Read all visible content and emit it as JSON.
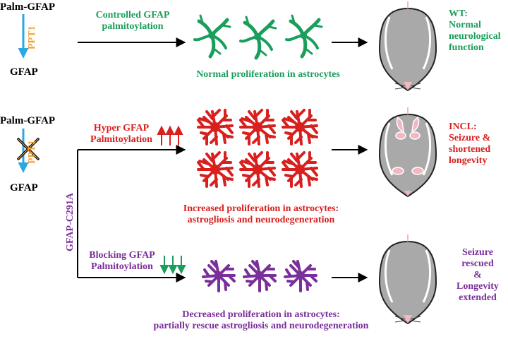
{
  "colors": {
    "green": "#1a9e5b",
    "red": "#d8201f",
    "purple": "#7a2f9a",
    "orange": "#f0a23c",
    "blue": "#2aa8e6",
    "mouse_gray": "#a9a9a9",
    "mouse_pink": "#f2b7c0"
  },
  "top": {
    "source": "Palm-GFAP",
    "enzyme": "PPT1",
    "product": "GFAP",
    "process_lines": [
      "Controlled GFAP",
      "palmitoylation"
    ],
    "caption": "Normal proliferation in astrocytes",
    "outcome_lines": [
      "WT:",
      "Normal",
      "neurological",
      "function"
    ]
  },
  "middle": {
    "source": "Palm-GFAP",
    "enzyme": "PPT1",
    "product": "GFAP",
    "process_lines": [
      "Hyper GFAP",
      "Palmitoylation"
    ],
    "caption_lines": [
      "Increased proliferation in astrocytes:",
      "astrogliosis and neurodegeneration"
    ],
    "outcome_lines": [
      "INCL:",
      "Seizure &",
      "shortened",
      "longevity"
    ]
  },
  "mutant_label": "GFAP-C291A",
  "bottom": {
    "process_lines": [
      "Blocking GFAP",
      "Palmitoylation"
    ],
    "caption_lines": [
      "Decreased proliferation in astrocytes:",
      "partially rescue astrogliosis and neurodegeneration"
    ],
    "outcome_lines": [
      "Seizure",
      "rescued",
      "&",
      "Longevity",
      "extended"
    ]
  },
  "icons": [
    "astrocyte-icon",
    "mouse-icon",
    "up-arrows-icon",
    "down-arrows-icon",
    "inhibited-cross-icon"
  ]
}
